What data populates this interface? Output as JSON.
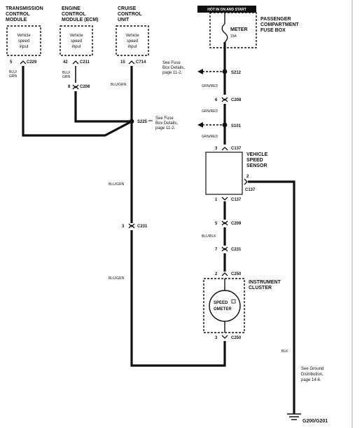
{
  "modules": {
    "tcm": {
      "title_lines": [
        "TRANSMISSION",
        "CONTROL",
        "MODULE"
      ],
      "input_lines": [
        "Vehicle",
        "speed",
        "input"
      ],
      "pin": "5",
      "connector": "C229",
      "wire_color_lines": [
        "BLU/",
        "GRN"
      ]
    },
    "ecm": {
      "title_lines": [
        "ENGINE",
        "CONTROL",
        "MODULE (ECM)"
      ],
      "input_lines": [
        "Vehicle",
        "speed",
        "input"
      ],
      "pin": "42",
      "connector": "C211",
      "wire_color_lines": [
        "BLU/",
        "GRN"
      ],
      "inline_pin": "8",
      "inline_connector": "C208"
    },
    "cruise": {
      "title_lines": [
        "CRUISE",
        "CONTROL",
        "UNIT"
      ],
      "input_lines": [
        "Vehicle",
        "speed",
        "input"
      ],
      "pin": "15",
      "connector": "C714",
      "wire_color": "BLU/GRN"
    }
  },
  "fuse": {
    "header": "HOT IN ON AND START",
    "label": "METER",
    "rating": "15A",
    "box_lines": [
      "PASSENGER",
      "COMPARTMENT",
      "FUSE BOX"
    ]
  },
  "splices": {
    "s212": "S212",
    "s225": "S225",
    "s101": "S101"
  },
  "notes": {
    "fuse_details_lines": [
      "See Fuse",
      "Box Details,",
      "page 11-2."
    ],
    "s225_lines": [
      "See Fuse",
      "Box Details,",
      "page 11-2."
    ],
    "ground_lines": [
      "See Ground",
      "Distribution,",
      "page 14-6."
    ]
  },
  "right_column": {
    "wire_grn_red": "GRN/RED",
    "c208_pin": "6",
    "c208": "C208",
    "c137_top_pin": "3",
    "c137": "C137",
    "vss_lines": [
      "VEHICLE",
      "SPEED",
      "SENSOR"
    ],
    "c137_right_pin": "2",
    "c137_bottom_pin": "1",
    "c209_pin": "5",
    "c209": "C209",
    "wire_blu_blk": "BLU/BLK",
    "c231_pin": "7",
    "c231": "C231",
    "c250_top_pin": "2",
    "c250": "C250",
    "cluster_lines": [
      "INSTRUMENT",
      "CLUSTER"
    ],
    "speedo_lines": [
      "SPEED",
      "OMETER"
    ],
    "c250_bottom_pin": "3"
  },
  "left_trunk": {
    "wire_color": "BLU/GRN",
    "c231_pin": "3",
    "c231": "C231"
  },
  "ground": {
    "wire_color": "BLK",
    "label": "G200/G201"
  }
}
